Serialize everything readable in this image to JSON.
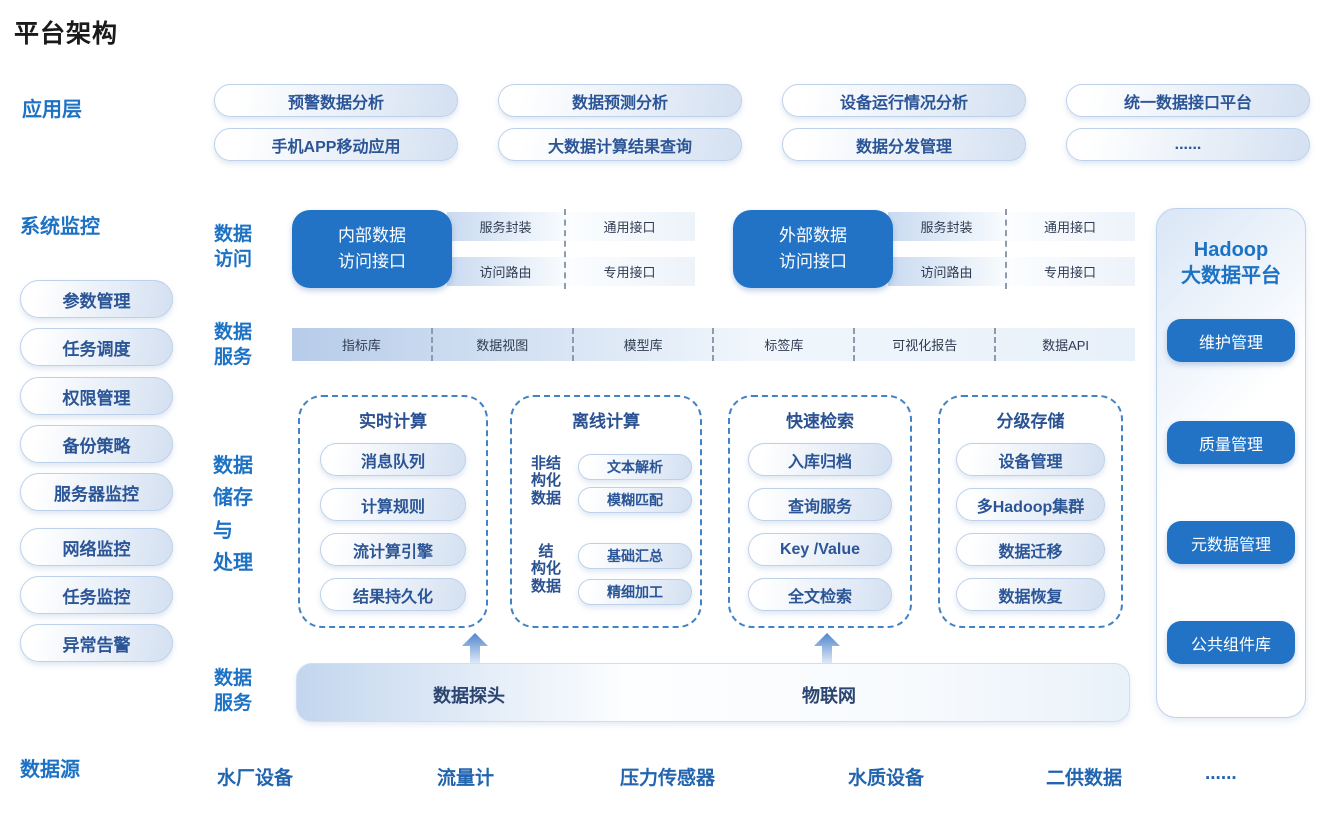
{
  "title": "平台架构",
  "app_layer": {
    "label": "应用层",
    "pills": [
      "预警数据分析",
      "数据预测分析",
      "设备运行情况分析",
      "统一数据接口平台",
      "手机APP移动应用",
      "大数据计算结果查询",
      "数据分发管理",
      "......"
    ]
  },
  "system_monitor": {
    "label": "系统监控",
    "items": [
      "参数管理",
      "任务调度",
      "权限管理",
      "备份策略",
      "服务器监控",
      "网络监控",
      "任务监控",
      "异常告警"
    ]
  },
  "data_access": {
    "label": "数据\n访问",
    "groups": [
      {
        "box": "内部数据\n访问接口",
        "cells": [
          "服务封装",
          "通用接口",
          "访问路由",
          "专用接口"
        ]
      },
      {
        "box": "外部数据\n访问接口",
        "cells": [
          "服务封装",
          "通用接口",
          "访问路由",
          "专用接口"
        ]
      }
    ]
  },
  "data_service": {
    "label": "数据\n服务",
    "cells": [
      "指标库",
      "数据视图",
      "模型库",
      "标签库",
      "可视化报告",
      "数据API"
    ]
  },
  "storage": {
    "label": "数据\n储存\n与\n处理",
    "boxes": [
      {
        "title": "实时计算",
        "pills": [
          "消息队列",
          "计算规则",
          "流计算引擎",
          "结果持久化"
        ]
      },
      {
        "title": "离线计算",
        "groups": [
          {
            "label": "非结\n构化\n数据",
            "pills": [
              "文本解析",
              "模糊匹配"
            ]
          },
          {
            "label": "结\n构化\n数据",
            "pills": [
              "基础汇总",
              "精细加工"
            ]
          }
        ]
      },
      {
        "title": "快速检索",
        "pills": [
          "入库归档",
          "查询服务",
          "Key /Value",
          "全文检索"
        ]
      },
      {
        "title": "分级存储",
        "pills": [
          "设备管理",
          "多Hadoop集群",
          "数据迁移",
          "数据恢复"
        ]
      }
    ]
  },
  "ingest": {
    "label": "数据\n服务",
    "items": [
      "数据探头",
      "物联网"
    ]
  },
  "hadoop": {
    "title": "Hadoop\n大数据平台",
    "buttons": [
      "维护管理",
      "质量管理",
      "元数据管理",
      "公共组件库"
    ]
  },
  "data_source": {
    "label": "数据源",
    "items": [
      "水厂设备",
      "流量计",
      "压力传感器",
      "水质设备",
      "二供数据",
      "......"
    ]
  },
  "colors": {
    "accent_blue": "#1d72c4",
    "solid_blue": "#2273c5",
    "navy_text": "#2b5596"
  }
}
